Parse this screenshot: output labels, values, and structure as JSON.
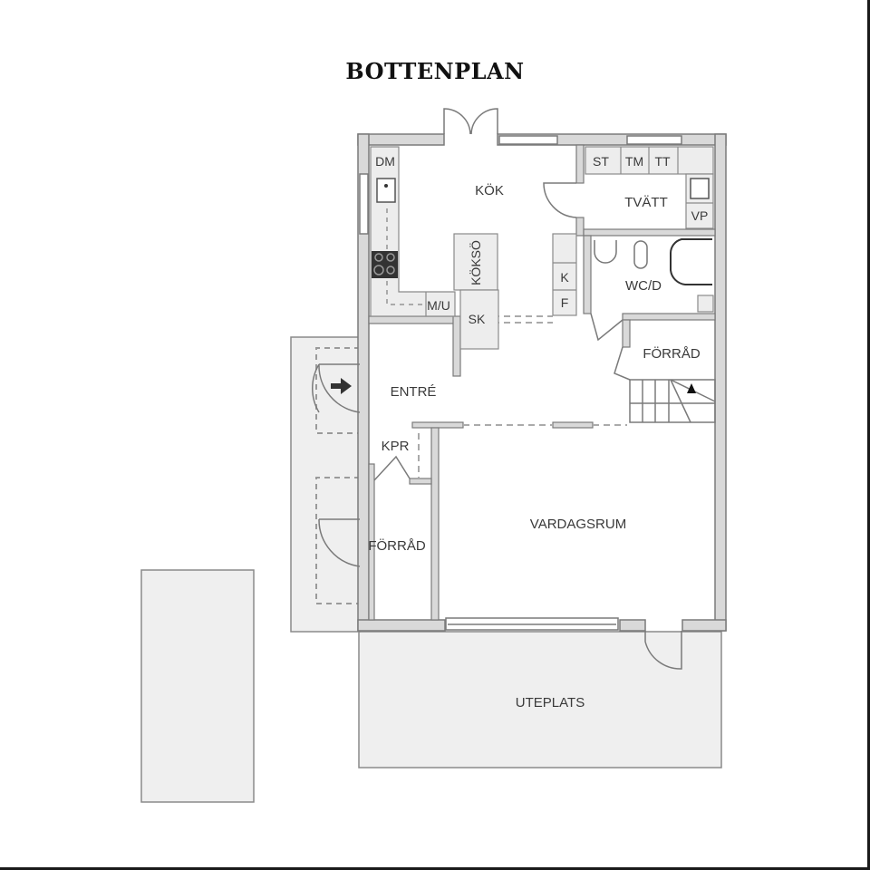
{
  "title": "BOTTENPLAN",
  "colors": {
    "wall": "#d9d9d9",
    "wall_stroke": "#7a7a7a",
    "outdoor": "#efefef",
    "text": "#3a3a3a",
    "frame": "#1a1a1a"
  },
  "rooms": {
    "kok": "KÖK",
    "tvatt": "TVÄTT",
    "wcd": "WC/D",
    "forrad_upper": "FÖRRÅD",
    "entre": "ENTRÉ",
    "kpr": "KPR",
    "forrad_lower": "FÖRRÅD",
    "vardagsrum": "VARDAGSRUM",
    "uteplats": "UTEPLATS"
  },
  "fixtures": {
    "dm": "DM",
    "koksö": "KÖKSÖ",
    "mu": "M/U",
    "sk": "SK",
    "k": "K",
    "f": "F",
    "st": "ST",
    "tm": "TM",
    "tt": "TT",
    "vp": "VP"
  }
}
